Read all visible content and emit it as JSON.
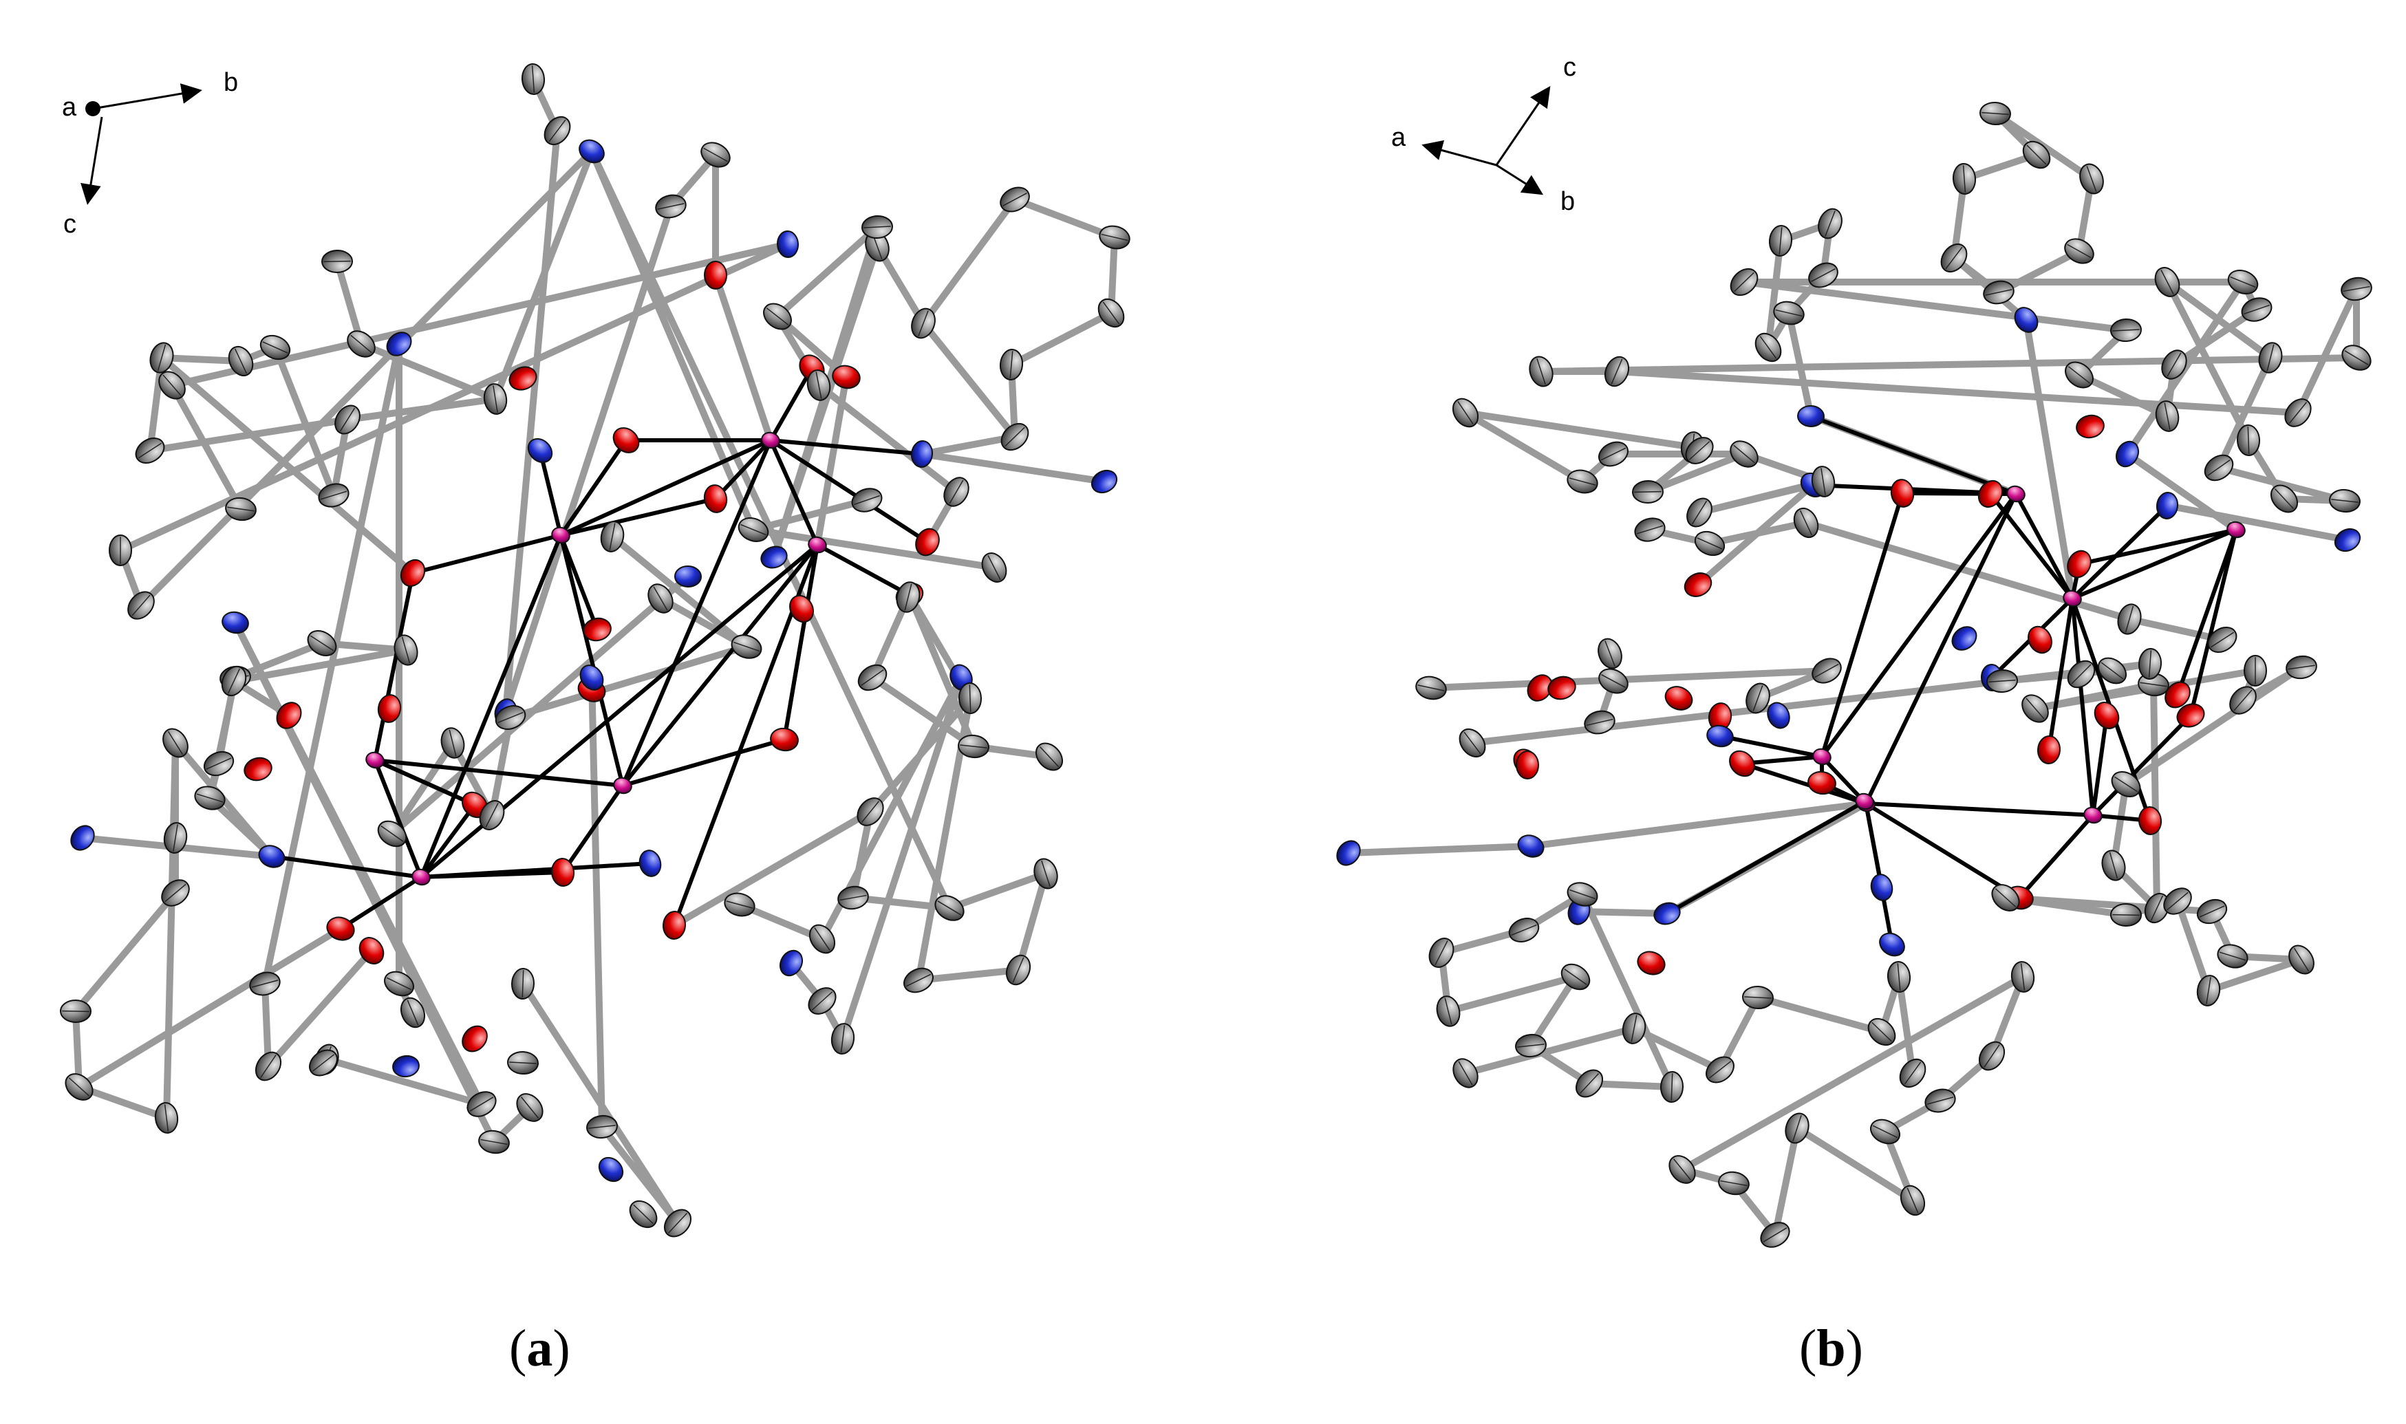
{
  "figure": {
    "panels": [
      {
        "id": "a",
        "caption_open": "(",
        "caption_letter": "a",
        "caption_close": ")",
        "axes": [
          "a",
          "b",
          "c"
        ]
      },
      {
        "id": "b",
        "caption_open": "(",
        "caption_letter": "b",
        "caption_close": ")",
        "axes": [
          "a",
          "b",
          "c"
        ]
      }
    ]
  },
  "colors": {
    "carbon": "#8c8c8c",
    "nitrogen": "#1f2fd0",
    "oxygen": "#e00000",
    "metal": "#d0108c",
    "bond_organic": "#9a9a9a",
    "bond_metal": "#000000"
  }
}
